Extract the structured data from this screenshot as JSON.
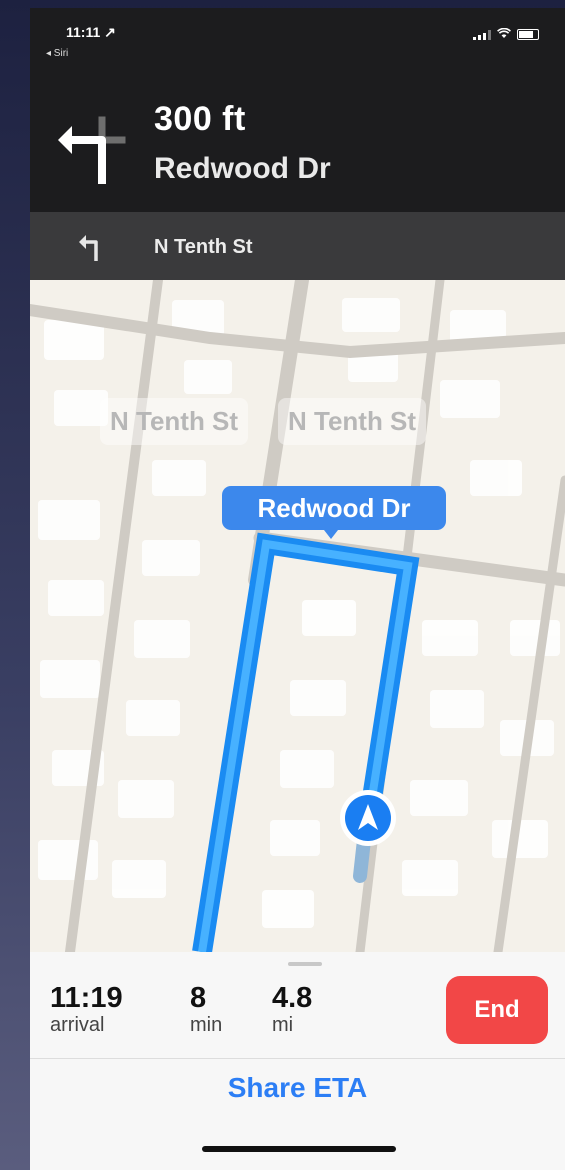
{
  "status_bar": {
    "time": "11:11 ↗",
    "back_app": "◂ Siri",
    "icons": [
      "signal-icon",
      "wifi-icon",
      "battery-icon"
    ]
  },
  "primary_instruction": {
    "distance": "300 ft",
    "street": "Redwood Dr",
    "icon": "turn-left-arrow-icon"
  },
  "secondary_instruction": {
    "street": "N Tenth St",
    "icon": "turn-left-small-icon"
  },
  "map": {
    "faded_labels": [
      "N Tenth St",
      "N Tenth St"
    ],
    "route_label": "Redwood Dr",
    "route_color": "#1a8bf2",
    "location_icon": "navigation-arrow-icon"
  },
  "trip_card": {
    "arrival_value": "11:19",
    "arrival_unit": "arrival",
    "duration_value": "8",
    "duration_unit": "min",
    "distance_value": "4.8",
    "distance_unit": "mi",
    "end_label": "End",
    "share_label": "Share ETA"
  },
  "colors": {
    "end_button": "#f24747",
    "link": "#2c7ef5",
    "route_label_bg": "#3c88ec"
  }
}
